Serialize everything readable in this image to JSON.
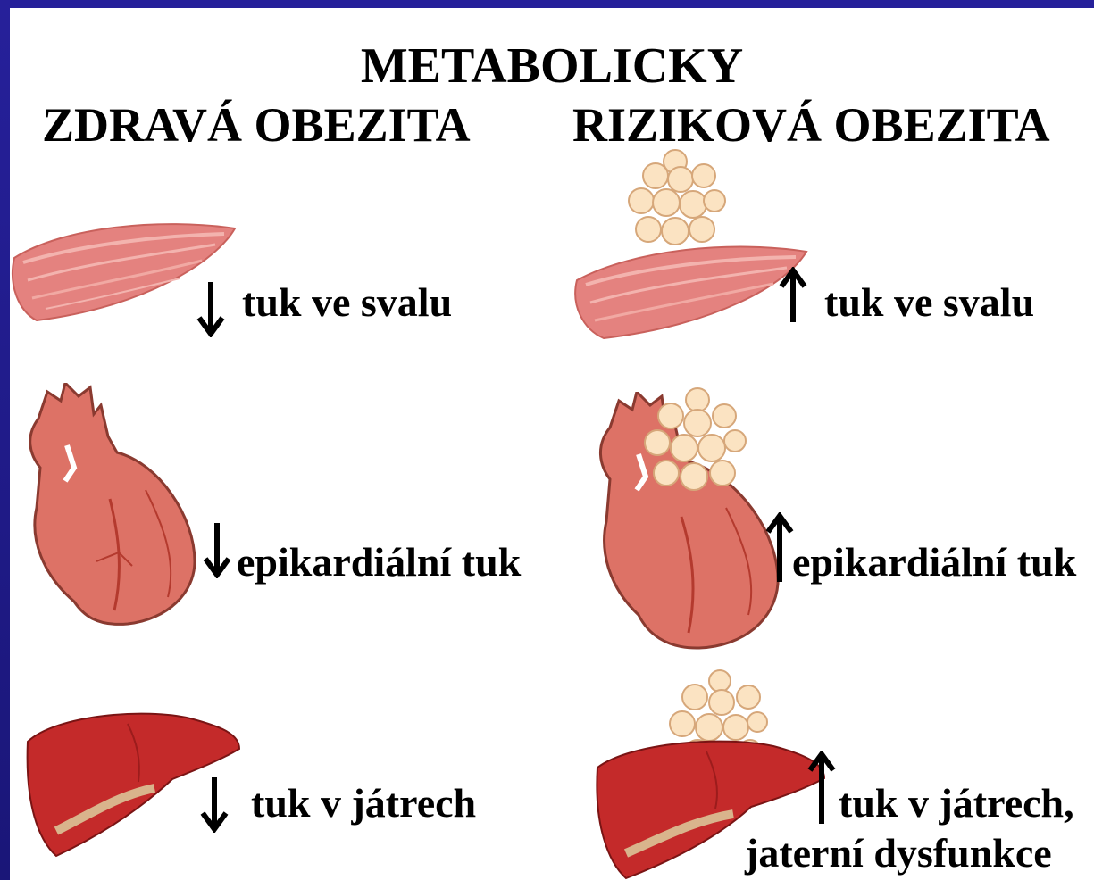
{
  "header": {
    "top_line": "METABOLICKY",
    "left_title": "ZDRAVÁ OBEZITA",
    "right_title": "RIZIKOVÁ OBEZITA"
  },
  "left": {
    "muscle": {
      "label": "tuk ve svalu",
      "direction": "down"
    },
    "heart": {
      "label": "epikardiální tuk",
      "direction": "down"
    },
    "liver": {
      "label": "tuk v játrech",
      "direction": "down"
    }
  },
  "right": {
    "muscle": {
      "label": "tuk ve svalu",
      "direction": "up"
    },
    "heart": {
      "label": "epikardiální tuk",
      "direction": "up"
    },
    "liver": {
      "label_line1": "tuk v játrech,",
      "label_line2": "jaterní dysfunkce",
      "direction": "up"
    }
  },
  "colors": {
    "frame": "#1f1b8c",
    "muscle": "#e4827f",
    "heart": "#dd7266",
    "liver": "#c42a2a",
    "fat": "#fbe3c2"
  }
}
